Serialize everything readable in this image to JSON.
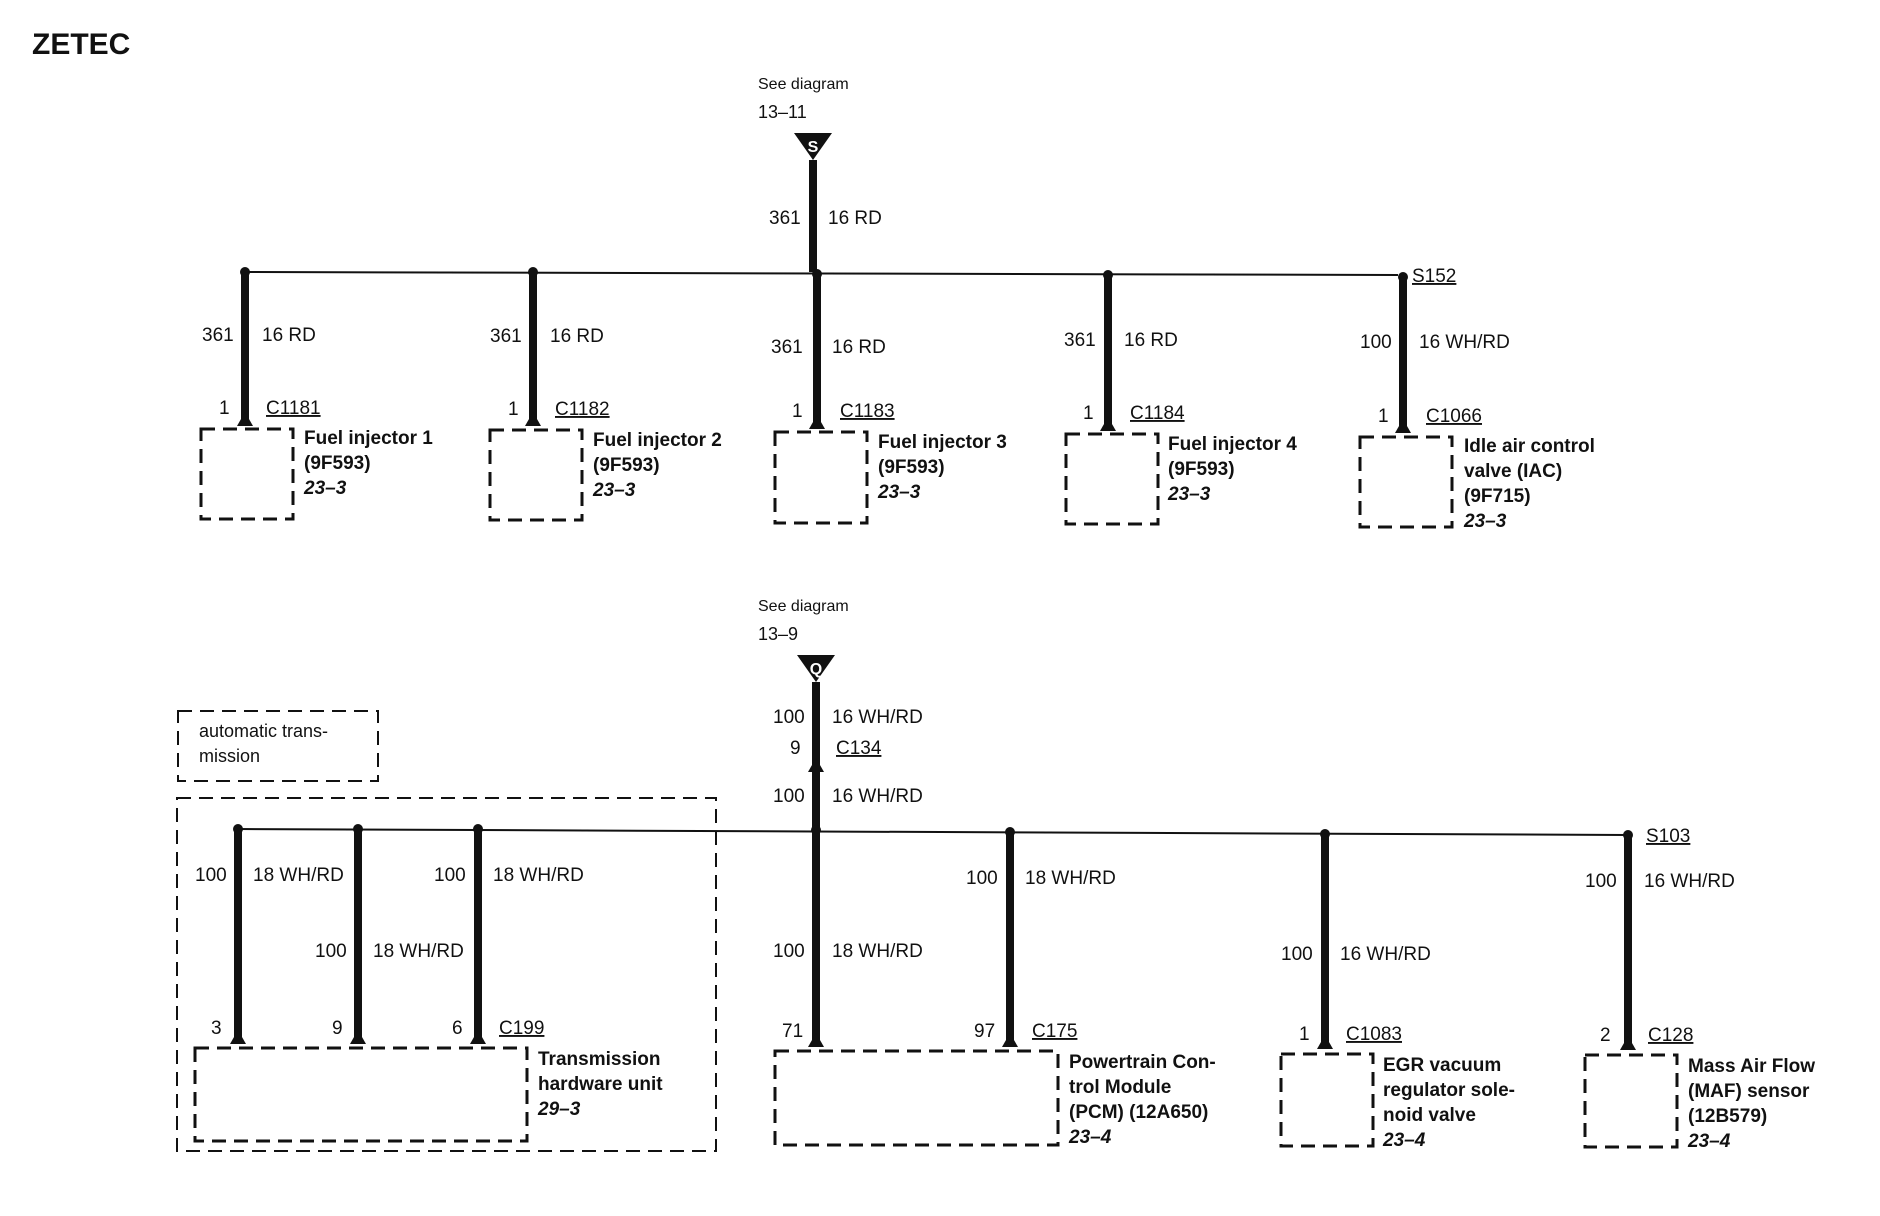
{
  "title": "ZETEC",
  "top_section": {
    "source": {
      "see_label": "See diagram",
      "see_page": "13–11",
      "symbol": "S",
      "circuit": "361",
      "wire": "16 RD"
    },
    "splice": "S152",
    "branches": [
      {
        "circuit": "361",
        "wire": "16 RD",
        "pin": "1",
        "connector": "C1181",
        "name_lines": [
          "Fuel injector 1",
          "(9F593)"
        ],
        "page": "23–3"
      },
      {
        "circuit": "361",
        "wire": "16 RD",
        "pin": "1",
        "connector": "C1182",
        "name_lines": [
          "Fuel injector 2",
          "(9F593)"
        ],
        "page": "23–3"
      },
      {
        "circuit": "361",
        "wire": "16 RD",
        "pin": "1",
        "connector": "C1183",
        "name_lines": [
          "Fuel injector 3",
          "(9F593)"
        ],
        "page": "23–3"
      },
      {
        "circuit": "361",
        "wire": "16 RD",
        "pin": "1",
        "connector": "C1184",
        "name_lines": [
          "Fuel injector 4",
          "(9F593)"
        ],
        "page": "23–3"
      },
      {
        "circuit": "100",
        "wire": "16 WH/RD",
        "pin": "1",
        "connector": "C1066",
        "name_lines": [
          "Idle air control",
          "valve (IAC)",
          "(9F715)"
        ],
        "page": "23–3"
      }
    ]
  },
  "bottom_section": {
    "source": {
      "see_label": "See diagram",
      "see_page": "13–9",
      "symbol": "Q",
      "circuit": "100",
      "wire": "16 WH/RD",
      "pin": "9",
      "connector": "C134",
      "circuit_2": "100",
      "wire_2": "16 WH/RD"
    },
    "splice": "S103",
    "option_note_lines": [
      "automatic trans-",
      "mission"
    ],
    "transmission": {
      "wires": [
        {
          "circuit": "100",
          "wire": "18 WH/RD",
          "pin": "3"
        },
        {
          "circuit": "100",
          "wire": "18 WH/RD",
          "pin": "9"
        },
        {
          "circuit": "100",
          "wire": "18 WH/RD",
          "pin": "6"
        }
      ],
      "connector": "C199",
      "name_lines": [
        "Transmission",
        "hardware unit"
      ],
      "page": "29–3"
    },
    "pcm": {
      "wires": [
        {
          "circuit": "100",
          "wire": "18 WH/RD",
          "pin": "71"
        },
        {
          "circuit": "100",
          "wire": "18 WH/RD",
          "pin": "97"
        }
      ],
      "connector": "C175",
      "name_lines": [
        "Powertrain Con-",
        "trol Module",
        "(PCM) (12A650)"
      ],
      "page": "23–4"
    },
    "egr": {
      "circuit": "100",
      "wire": "16 WH/RD",
      "pin": "1",
      "connector": "C1083",
      "name_lines": [
        "EGR vacuum",
        "regulator sole-",
        "noid valve"
      ],
      "page": "23–4"
    },
    "maf": {
      "circuit": "100",
      "wire": "16 WH/RD",
      "pin": "2",
      "connector": "C128",
      "name_lines": [
        "Mass Air Flow",
        "(MAF) sensor",
        "(12B579)"
      ],
      "page": "23–4"
    }
  }
}
